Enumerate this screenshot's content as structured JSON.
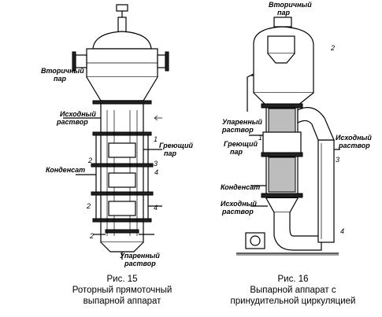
{
  "figure15": {
    "caption_lines": [
      "Рис. 15",
      "Роторный прямоточный",
      "выпарной аппарат"
    ],
    "labels": {
      "vapor": [
        "Вторичный",
        "пар"
      ],
      "feed": [
        "Исходный",
        "раствор"
      ],
      "steam": [
        "Греющий",
        "пар"
      ],
      "condensate": "Конденсат",
      "product": [
        "Упаренный",
        "раствор"
      ]
    },
    "numbers": [
      "1",
      "2",
      "3",
      "4",
      "2",
      "4",
      "2"
    ]
  },
  "figure16": {
    "caption_lines": [
      "Рис. 16",
      "Выпарной аппарат с",
      "принудительной циркуляцией"
    ],
    "labels": {
      "vapor": [
        "Вторичный",
        "пар"
      ],
      "product": [
        "Упаренный",
        "раствор"
      ],
      "steam": [
        "Греющий",
        "пар"
      ],
      "feed_right": [
        "Исходный",
        "раствор"
      ],
      "condensate": "Конденсат",
      "feed_left": [
        "Исходный",
        "раствор"
      ]
    },
    "numbers": [
      "2",
      "1",
      "3",
      "4"
    ]
  },
  "colors": {
    "line": "#000000",
    "background": "#ffffff",
    "shade": "#bdbdbd"
  }
}
